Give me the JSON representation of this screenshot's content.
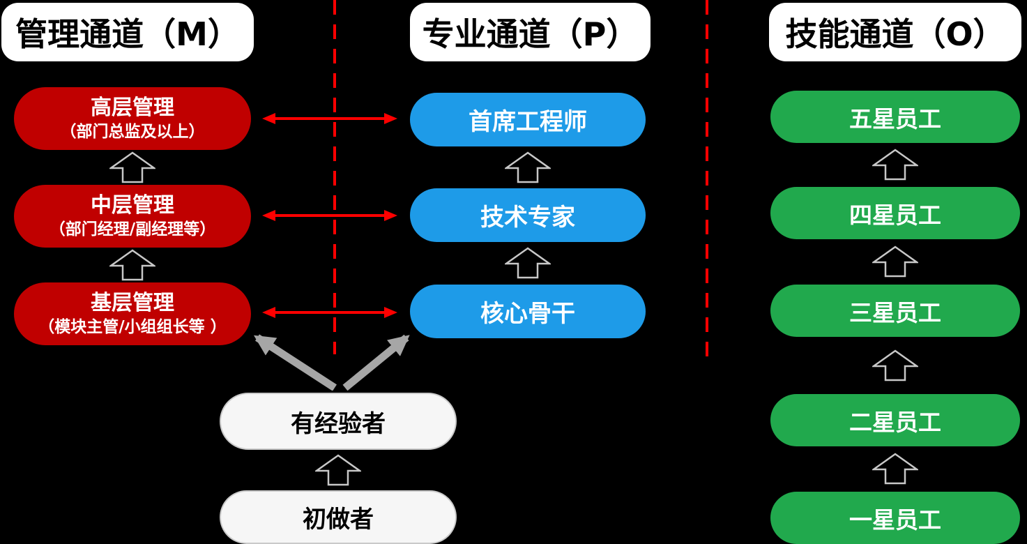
{
  "colors": {
    "background": "#000000",
    "management_box": "#C00000",
    "professional_box": "#1E9BE8",
    "skill_box": "#21A94D",
    "entry_box": "#F6F6F6",
    "header_box": "#FFFFFF",
    "divider_red": "#FF0000",
    "double_arrow_red": "#FF0000",
    "promotion_arrow_gray": "#A6A6A6",
    "up_arrow_outline": "#C8C8C8"
  },
  "channels": {
    "management": {
      "header": "管理通道（M）",
      "levels": [
        {
          "title": "高层管理",
          "subtitle": "（部门总监及以上）"
        },
        {
          "title": "中层管理",
          "subtitle": "（部门经理/副经理等）"
        },
        {
          "title": "基层管理",
          "subtitle": "（模块主管/小组组长等 ）"
        }
      ]
    },
    "professional": {
      "header": "专业通道（P）",
      "levels": [
        {
          "title": "首席工程师"
        },
        {
          "title": "技术专家"
        },
        {
          "title": "核心骨干"
        }
      ]
    },
    "skill": {
      "header": "技能通道（O）",
      "levels": [
        {
          "title": "五星员工"
        },
        {
          "title": "四星员工"
        },
        {
          "title": "三星员工"
        },
        {
          "title": "二星员工"
        },
        {
          "title": "一星员工"
        }
      ]
    }
  },
  "entry_path": {
    "levels": [
      {
        "title": "有经验者"
      },
      {
        "title": "初做者"
      }
    ]
  }
}
